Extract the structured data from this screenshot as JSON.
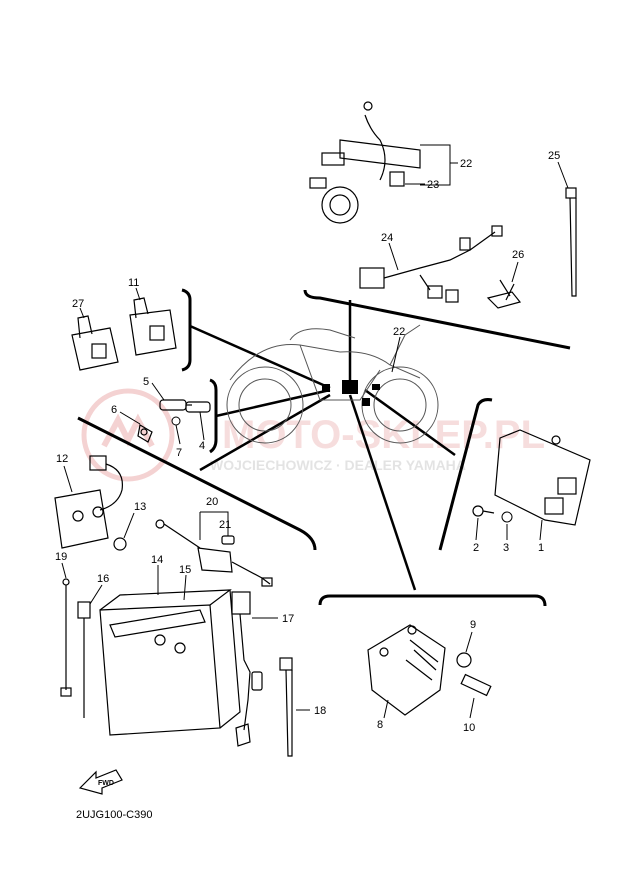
{
  "diagram": {
    "code": "2UJG100-C390",
    "fwd_label": "FWD",
    "watermark": {
      "site": "MOTO-SKLEP.PL",
      "dealer": "WOJCIECHOWICZ · DEALER YAMAHA"
    },
    "callouts": {
      "c1": "1",
      "c2": "2",
      "c3": "3",
      "c4": "4",
      "c5": "5",
      "c6": "6",
      "c7": "7",
      "c8": "8",
      "c9": "9",
      "c10": "10",
      "c11": "11",
      "c12": "12",
      "c13": "13",
      "c14": "14",
      "c15": "15",
      "c16": "16",
      "c17": "17",
      "c18": "18",
      "c19": "19",
      "c20": "20",
      "c21": "21",
      "c22a": "22",
      "c22b": "22",
      "c23": "23",
      "c24": "24",
      "c25": "25",
      "c26": "26",
      "c27": "27"
    }
  }
}
